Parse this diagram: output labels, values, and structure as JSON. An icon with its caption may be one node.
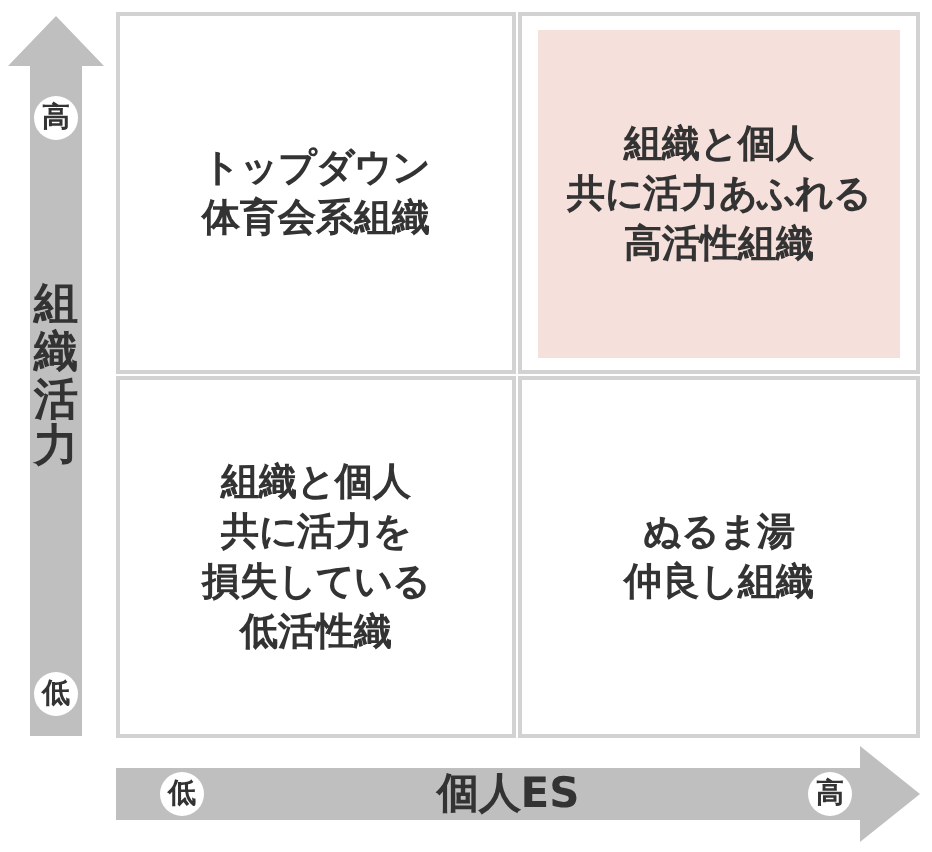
{
  "diagram": {
    "nodes": [
      {
        "text": [
          "トップダウン体育会系組織"
        ]
      },
      {
        "text": [
          "組織と個人共に活力あふれる高活性組織"
        ]
      },
      {
        "text": [
          "組織と個人共に活力を損失している低活性織"
        ]
      },
      {
        "text": [
          "ぬるま湯仲良し組織"
        ]
      }
    ],
    "labels": [
      "高",
      "組織活力",
      "低",
      "低",
      "個人ES",
      "高"
    ]
  }
}
